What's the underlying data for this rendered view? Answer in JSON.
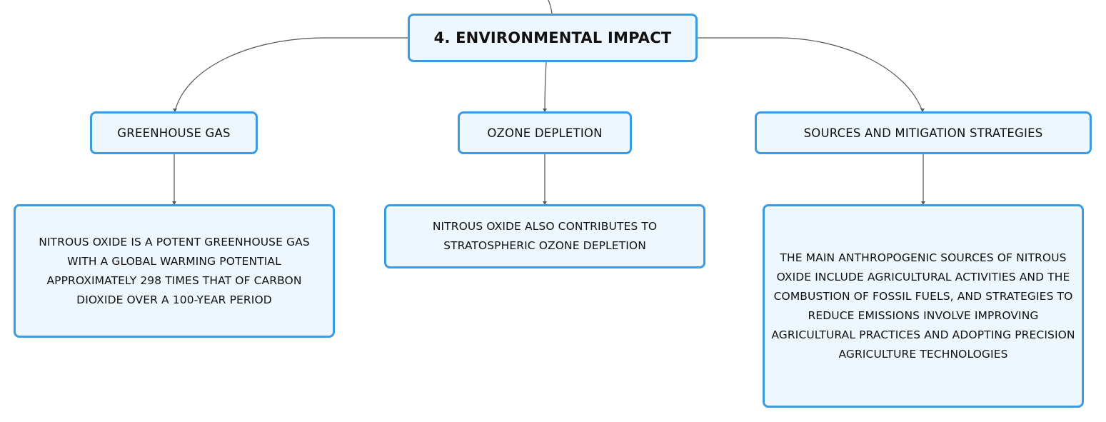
{
  "root": {
    "title": "4. ENVIRONMENTAL IMPACT"
  },
  "topics": [
    {
      "label": "GREENHOUSE GAS"
    },
    {
      "label": "OZONE DEPLETION"
    },
    {
      "label": "SOURCES AND MITIGATION STRATEGIES"
    }
  ],
  "details": [
    {
      "text": "NITROUS OXIDE IS A POTENT GREENHOUSE GAS WITH A GLOBAL WARMING POTENTIAL APPROXIMATELY 298 TIMES THAT OF CARBON DIOXIDE OVER A 100-YEAR PERIOD"
    },
    {
      "text": "NITROUS OXIDE ALSO CONTRIBUTES TO STRATOSPHERIC OZONE DEPLETION"
    },
    {
      "text": "THE MAIN ANTHROPOGENIC SOURCES OF NITROUS OXIDE INCLUDE AGRICULTURAL ACTIVITIES AND THE COMBUSTION OF FOSSIL FUELS, AND STRATEGIES TO REDUCE EMISSIONS INVOLVE IMPROVING AGRICULTURAL PRACTICES AND ADOPTING PRECISION AGRICULTURE TECHNOLOGIES"
    }
  ],
  "colors": {
    "border": "#3b9be0",
    "fill": "#eef7fe",
    "connector": "#555555",
    "text": "#111111"
  }
}
